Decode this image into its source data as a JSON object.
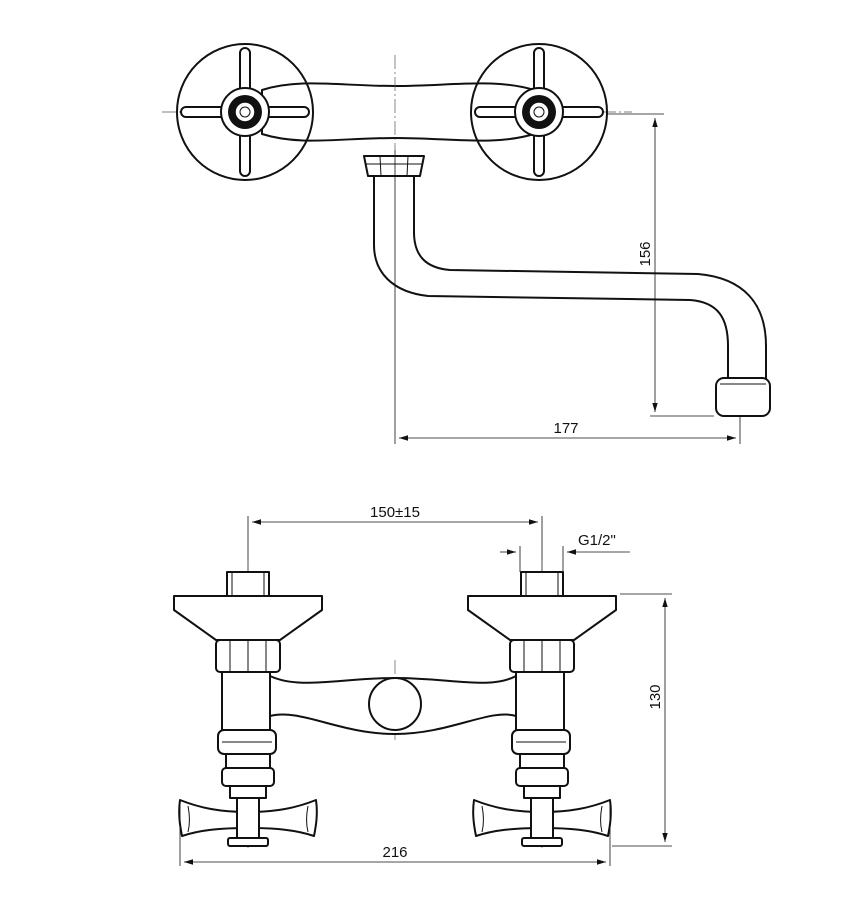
{
  "dimensions": {
    "spout_height": "156",
    "spout_reach": "177",
    "center_distance": "150±15",
    "thread": "G1/2\"",
    "body_height": "130",
    "total_width": "216"
  }
}
